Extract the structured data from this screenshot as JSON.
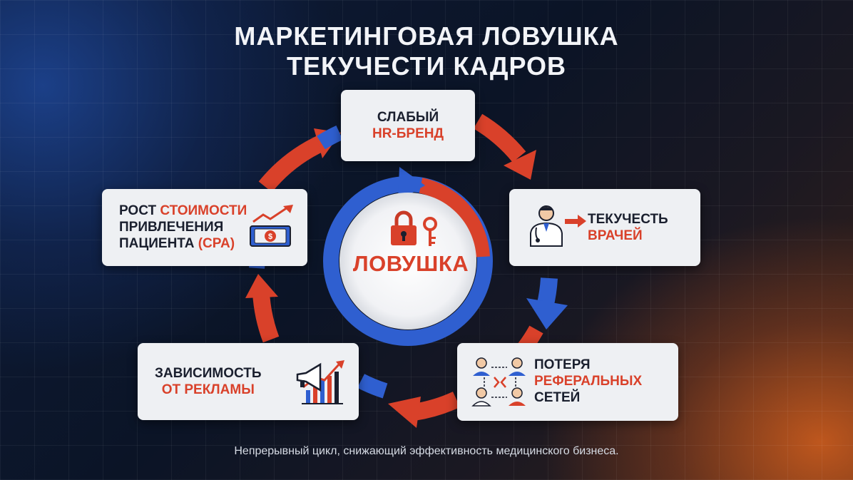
{
  "title": {
    "line1": "МАРКЕТИНГОВАЯ ЛОВУШКА",
    "line2": "ТЕКУЧЕСТИ КАДРОВ"
  },
  "center": {
    "label": "ЛОВУШКА",
    "icons": [
      "lock-icon",
      "key-icon"
    ]
  },
  "cards": {
    "hr_brand": {
      "line1": "СЛАБЫЙ",
      "line2": "HR-БРЕНД"
    },
    "turnover": {
      "line1": "ТЕКУЧЕСТЬ",
      "line2": "ВРАЧЕЙ",
      "icon": "doctor-arrow-icon"
    },
    "referral": {
      "line1": "ПОТЕРЯ",
      "line2": "РЕФЕРАЛЬНЫХ",
      "line3": "СЕТЕЙ",
      "icon": "broken-network-icon"
    },
    "ads": {
      "line1": "ЗАВИСИМОСТЬ",
      "line2": "ОТ РЕКЛАМЫ",
      "icon": "megaphone-chart-icon"
    },
    "cpa": {
      "line1a": "РОСТ",
      "line1b": "СТОИМОСТИ",
      "line2": "ПРИВЛЕЧЕНИЯ",
      "line3a": "ПАЦИЕНТА",
      "line3b": "(CPA)",
      "icon": "money-growth-icon"
    }
  },
  "footer": "Непрерывный цикл, снижающий эффективность медицинского бизнеса.",
  "colors": {
    "red": "#d9412a",
    "blue": "#2f5fd0",
    "card": "#eef0f3"
  }
}
